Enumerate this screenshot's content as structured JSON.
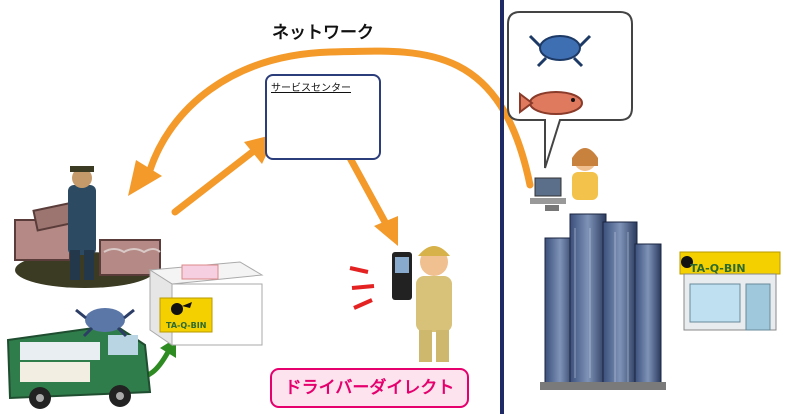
{
  "network_label": "ネットワーク",
  "service_center": {
    "title": "サービスセンター"
  },
  "driver_direct": {
    "label": "ドライバーダイレクト"
  },
  "brand": {
    "logo_text": "TA-Q-BIN",
    "shop_sign": "TA-Q-BIN"
  },
  "colors": {
    "arrow_orange": "#f39a2b",
    "divider_navy": "#1e2a66",
    "driver_pink": "#e5006e",
    "driver_bg": "#fde3ee",
    "green_arrow": "#2e8b22",
    "signal_red": "#e52222"
  },
  "icons": [
    "fisherman-icon",
    "fish-crates-icon",
    "delivery-truck-icon",
    "crab-icon",
    "fish-icon",
    "package-box-icon",
    "operator-icon",
    "computer-icon",
    "driver-icon",
    "handheld-terminal-icon",
    "building-icon",
    "shop-icon",
    "customer-icon"
  ]
}
